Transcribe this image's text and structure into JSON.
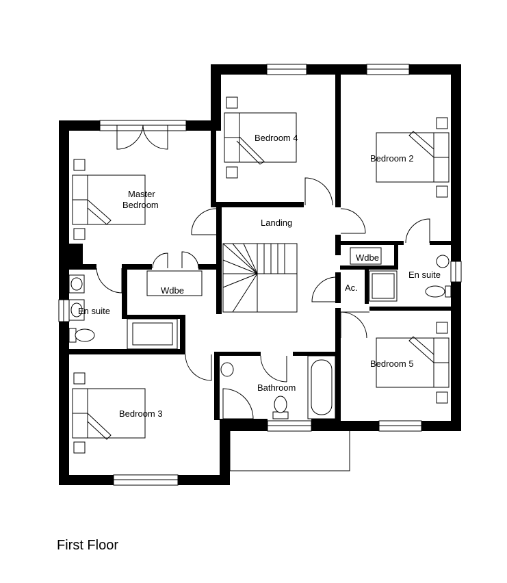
{
  "caption": "First Floor",
  "rooms": {
    "bedroom4": "Bedroom 4",
    "bedroom2": "Bedroom 2",
    "master_line1": "Master",
    "master_line2": "Bedroom",
    "landing": "Landing",
    "wdbe_master": "Wdbe",
    "wdbe_right": "Wdbe",
    "ensuite_left": "En suite",
    "ensuite_right": "En suite",
    "ac": "Ac.",
    "bathroom": "Bathroom",
    "bedroom5": "Bedroom 5",
    "bedroom3": "Bedroom 3"
  }
}
